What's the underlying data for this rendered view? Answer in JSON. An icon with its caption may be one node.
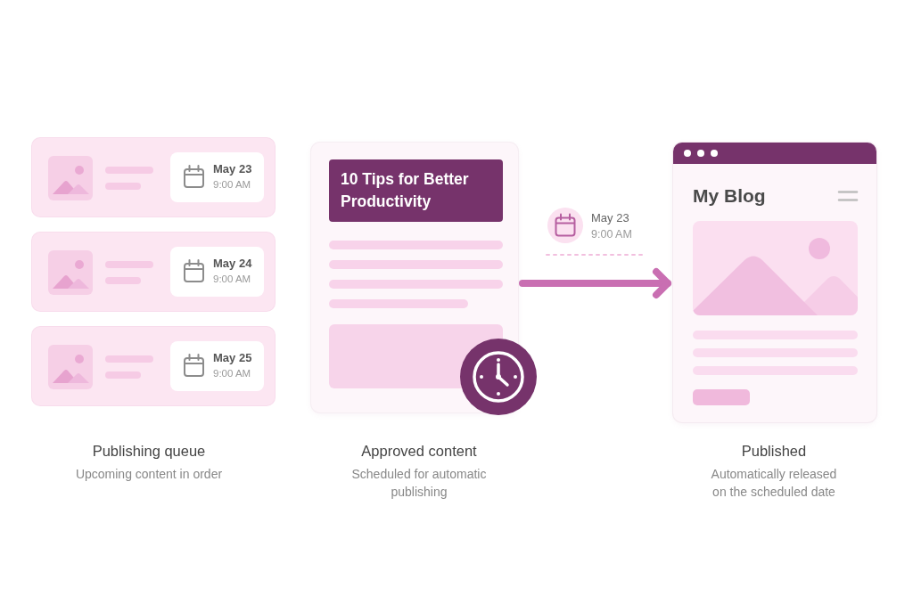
{
  "diagram": {
    "nodes": [
      {
        "text": [
          "May 23",
          "9:00 AM"
        ]
      },
      {
        "text": [
          "May 24",
          "9:00 AM"
        ]
      },
      {
        "text": [
          "May 25",
          "9:00 AM"
        ]
      },
      {
        "text": [
          "10 Tips for Better Productivity"
        ],
        "beside": [
          "Approved content",
          "Scheduled for automatic publishing"
        ]
      },
      {
        "text": [
          "My Blog"
        ],
        "beside": [
          "Published",
          "Automatically released on the scheduled date"
        ]
      }
    ],
    "edges": [
      {
        "from": 3,
        "to": 4,
        "arrow": "to"
      }
    ],
    "labels": [
      "May 23",
      "9:00 AM",
      "Publishing queue",
      "Upcoming content in order"
    ]
  }
}
